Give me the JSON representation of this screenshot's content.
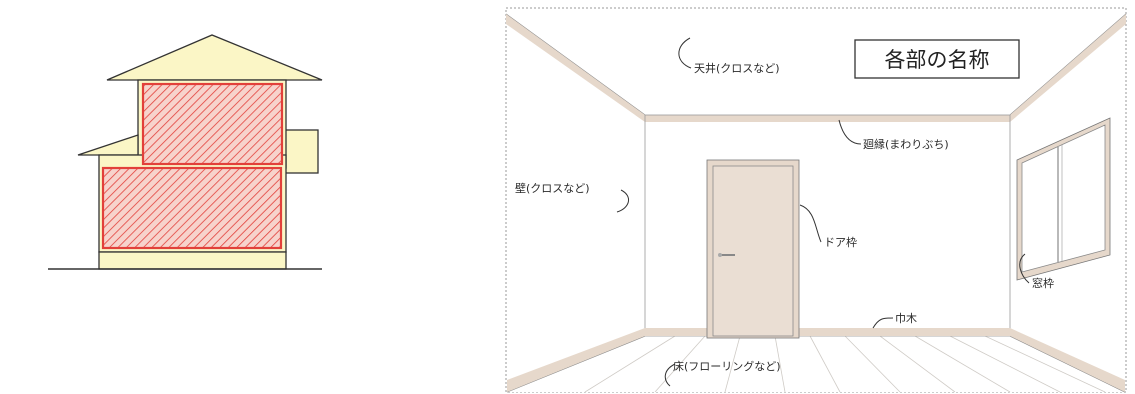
{
  "room_diagram": {
    "title": "各部の名称",
    "labels": {
      "ceiling": "天井(クロスなど)",
      "crown_molding": "廻縁(まわりぶち)",
      "wall": "壁(クロスなど)",
      "door_frame": "ドア枠",
      "window_frame": "窓枠",
      "baseboard": "巾木",
      "floor": "床(フローリングなど)"
    }
  },
  "colors": {
    "house_fill": "#fbf6c6",
    "house_outline": "#333333",
    "hatch_red": "#e2403a",
    "door": "#eaded3",
    "trim": "#e6d8cb"
  }
}
